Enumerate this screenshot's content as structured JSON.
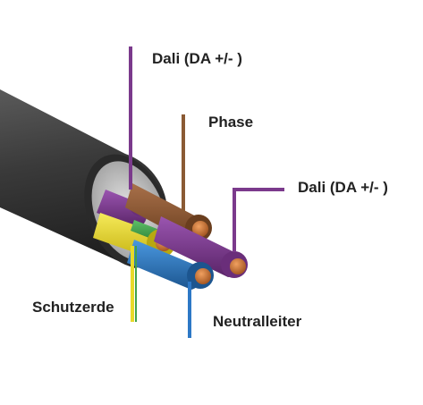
{
  "labels": {
    "dali_top": "Dali (DA +/- )",
    "phase": "Phase",
    "dali_right": "Dali (DA +/- )",
    "earth": "Schutzerde",
    "neutral": "Neutralleiter"
  },
  "colors": {
    "sheath": "#3b3b3b",
    "dali": "#7b3a8c",
    "phase": "#8a5a34",
    "earth_yellow": "#e8da2a",
    "earth_green": "#3fa24a",
    "neutral": "#2d78c6",
    "copper": "#c8753c",
    "label_text": "#222222"
  }
}
